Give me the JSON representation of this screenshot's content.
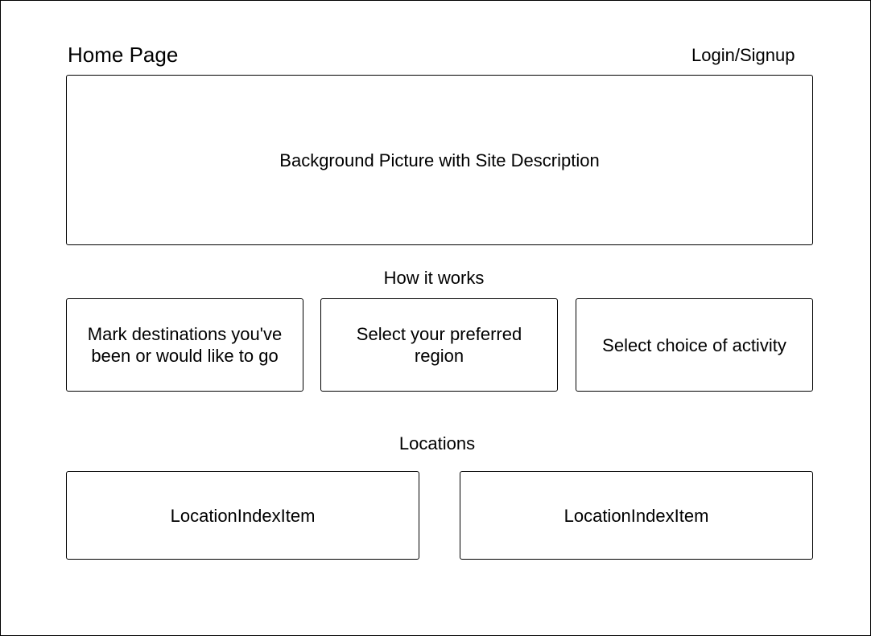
{
  "header": {
    "title": "Home Page",
    "login_label": "Login/Signup"
  },
  "hero": {
    "text": "Background Picture with Site Description"
  },
  "how_it_works": {
    "heading": "How it works",
    "steps": [
      {
        "text": "Mark destinations you've been or would like to go"
      },
      {
        "text": "Select your preferred region"
      },
      {
        "text": "Select choice of activity"
      }
    ]
  },
  "locations": {
    "heading": "Locations",
    "items": [
      {
        "label": "LocationIndexItem"
      },
      {
        "label": "LocationIndexItem"
      }
    ]
  }
}
